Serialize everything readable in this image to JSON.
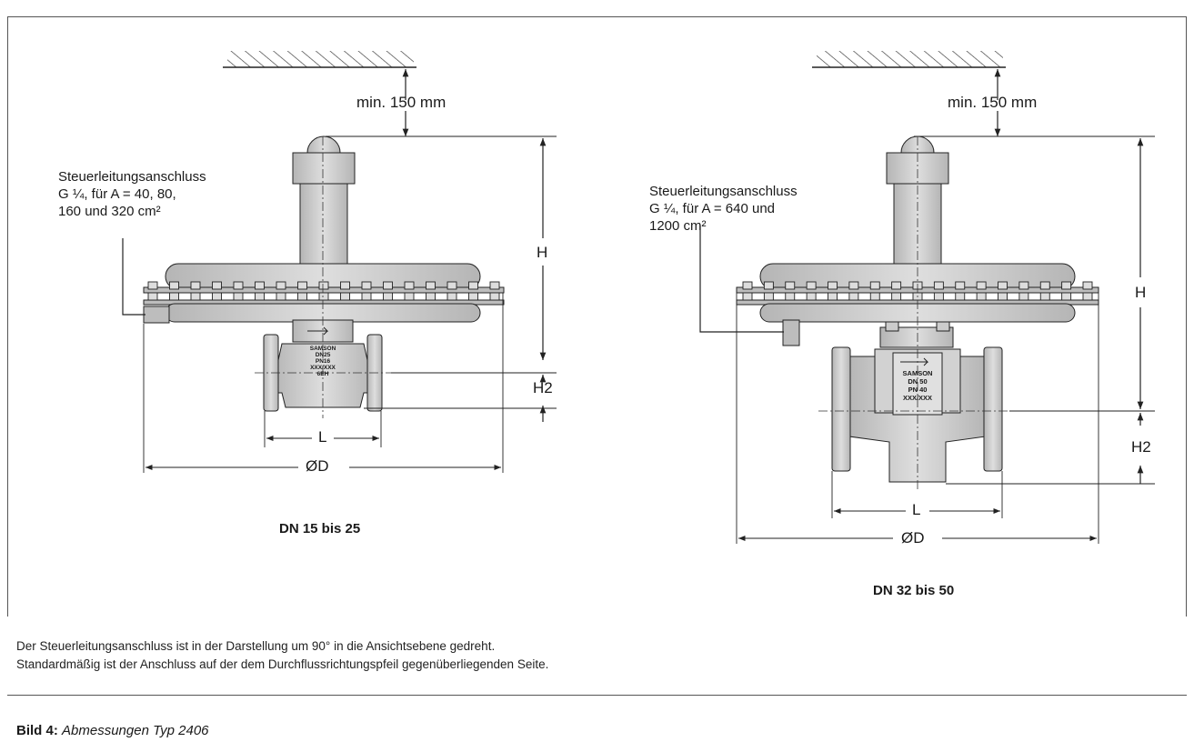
{
  "left": {
    "clearance": "min. 150 mm",
    "port_line1": "Steuerleitungsanschluss",
    "port_line2": "G ¼, für A = 40, 80,",
    "port_line3": "160 und 320 cm²",
    "dim_h": "H",
    "dim_h2": "H2",
    "dim_l": "L",
    "dim_d": "ØD",
    "plate": [
      "SAMSON",
      "DN25",
      "PN16",
      "XXX/XXX",
      "6EH"
    ],
    "caption": "DN 15 bis 25"
  },
  "right": {
    "clearance": "min. 150 mm",
    "port_line1": "Steuerleitungsanschluss",
    "port_line2": "G ¼, für A = 640 und",
    "port_line3": "1200 cm²",
    "dim_h": "H",
    "dim_h2": "H2",
    "dim_l": "L",
    "dim_d": "ØD",
    "plate": [
      "SAMSON",
      "DN 50",
      "PN 40",
      "XXX/XXX"
    ],
    "caption": "DN 32 bis 50"
  },
  "notes": {
    "line1": "Der Steuerleitungsanschluss ist in der Darstellung um 90° in die Ansichtsebene gedreht.",
    "line2": "Standardmäßig ist der Anschluss auf der dem Durchflussrichtungspfeil gegenüberliegenden Seite."
  },
  "figure": {
    "number": "Bild 4:",
    "title": "Abmessungen Typ 2406"
  },
  "colors": {
    "metal": "#c9c9c9",
    "metal_dark": "#9a9a9a",
    "line": "#222222"
  }
}
